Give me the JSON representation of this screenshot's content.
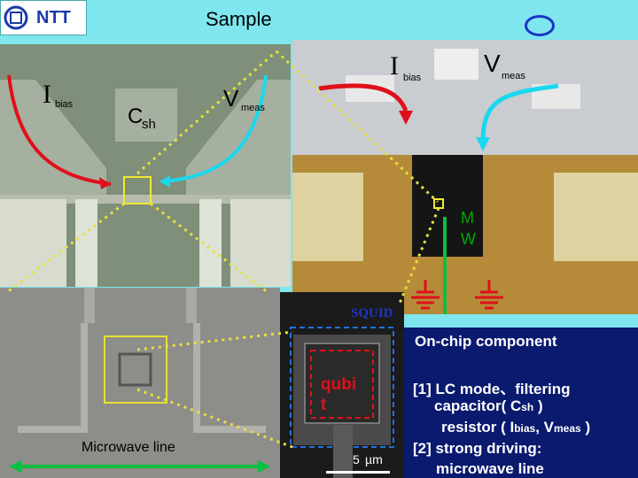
{
  "header": {
    "logo": "NTT",
    "title": "Sample"
  },
  "left_panel": {
    "ibias": "I",
    "ibias_sub": "bias",
    "csh": "C",
    "csh_sub": "sh",
    "vmeas": "V",
    "vmeas_sub": "meas"
  },
  "right_panel": {
    "ibias": "I",
    "ibias_sub": "bias",
    "vmeas": "V",
    "vmeas_sub": "meas",
    "mw_line1": "M",
    "mw_line2": "W",
    "squid": "SQUID"
  },
  "bottom_left": {
    "label": "Microwave line"
  },
  "bottom_mid": {
    "qubit_line1": "qubi",
    "qubit_line2": "t",
    "scale_value": "5",
    "scale_unit": "µm"
  },
  "info": {
    "title": "On-chip component",
    "line1": "[1] LC mode、filtering",
    "line2_a": "capacitor( C",
    "line2_sub": "sh",
    "line2_b": " )",
    "line3_a": "resistor ( I",
    "line3_sub1": "bias",
    "line3_b": ", V",
    "line3_sub2": "meas",
    "line3_c": " )",
    "line4": "[2] strong driving:",
    "line5": "microwave line"
  },
  "colors": {
    "background": "#7fe6ef",
    "red_arrow": "#e0101a",
    "cyan_arrow": "#19d8ee",
    "yellow_dotted": "#e8e040",
    "green": "#08c040",
    "info_bg": "#0a1a6e"
  }
}
